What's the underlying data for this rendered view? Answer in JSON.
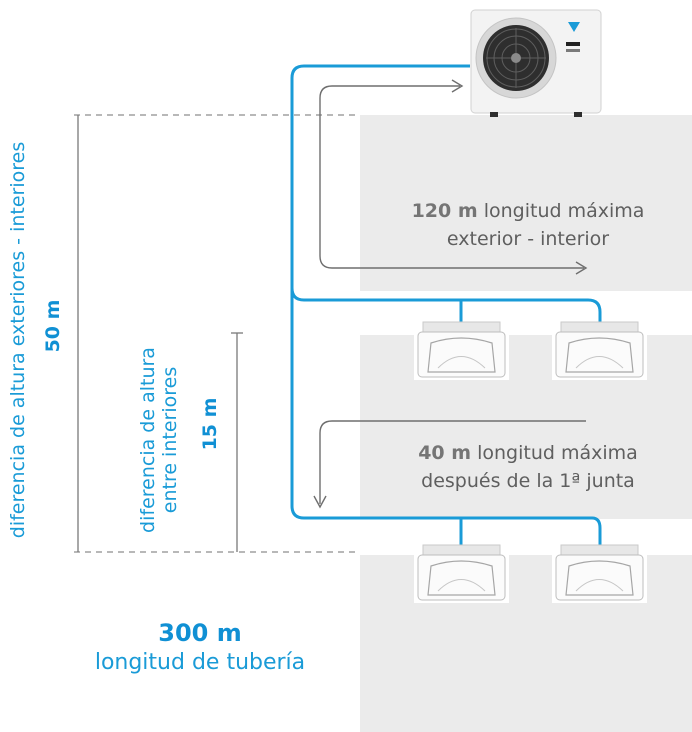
{
  "height_outdoor_indoor": {
    "label": "diferencia de altura exteriores - interiores",
    "value": "50 m"
  },
  "height_between_indoor": {
    "line1": "diferencia de altura",
    "line2": "entre interiores",
    "value": "15 m"
  },
  "max_length_outdoor_indoor": {
    "value": "120 m",
    "line1": "longitud máxima",
    "line2": "exterior - interior"
  },
  "max_length_after_joint": {
    "value": "40 m",
    "line1": "longitud máxima",
    "line2": "después de la 1ª junta"
  },
  "pipe_length": {
    "value": "300 m",
    "label": "longitud de tubería"
  },
  "colors": {
    "pipe": "#1a9bd7",
    "floor": "#ebebeb",
    "arrow": "#6e6e6e"
  }
}
